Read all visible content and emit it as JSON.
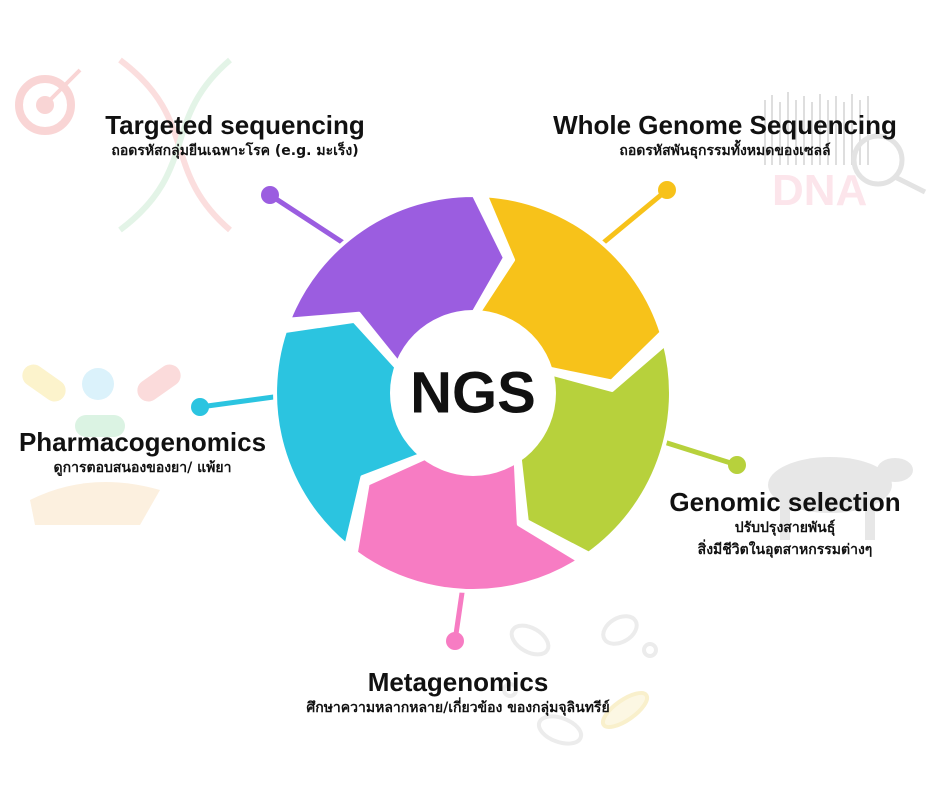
{
  "center": {
    "label": "NGS"
  },
  "segments": [
    {
      "id": "targeted",
      "color": "#9b5de0"
    },
    {
      "id": "wgs",
      "color": "#f7c21a"
    },
    {
      "id": "genomic-selection",
      "color": "#b7d13c"
    },
    {
      "id": "metagenomics",
      "color": "#f77cc3"
    },
    {
      "id": "pharmacogenomics",
      "color": "#2bc4e0"
    }
  ],
  "labels": {
    "targeted": {
      "title": "Targeted sequencing",
      "subtitle": "ถอดรหัสกลุ่มยีนเฉพาะโรค (e.g. มะเร็ง)"
    },
    "wgs": {
      "title": "Whole Genome Sequencing",
      "subtitle": "ถอดรหัสพันธุกรรมทั้งหมดของเซลล์"
    },
    "pharmacogenomics": {
      "title": "Pharmacogenomics",
      "subtitle": "ดูการตอบสนองของยา/ แพ้ยา"
    },
    "genomic_selection": {
      "title": "Genomic selection",
      "subtitle_1": "ปรับปรุงสายพันธุ์",
      "subtitle_2": "สิ่งมีชีวิตในอุตสาหกรรมต่างๆ"
    },
    "metagenomics": {
      "title": "Metagenomics",
      "subtitle": "ศึกษาความหลากหลาย/เกี่ยวข้อง ของกลุ่มจุลินทรีย์"
    }
  },
  "background_decor": {
    "dna_word": "DNA"
  }
}
